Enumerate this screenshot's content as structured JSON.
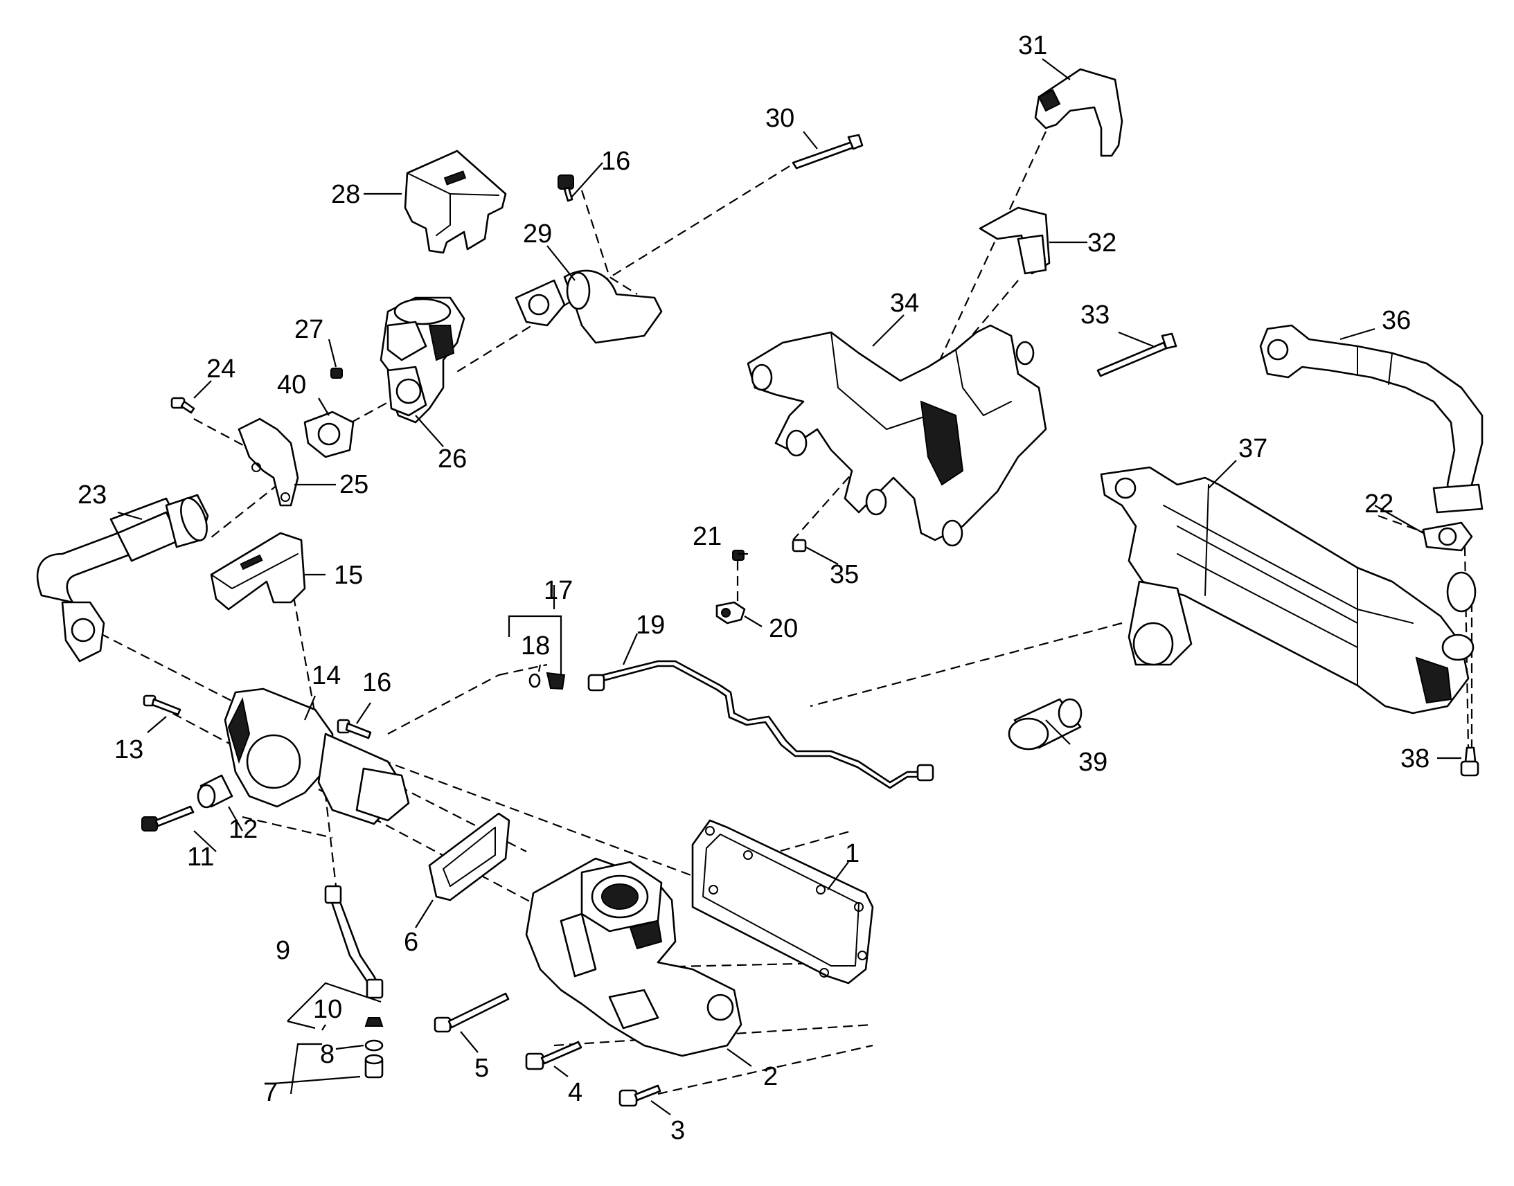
{
  "callouts": [
    {
      "id": "c1",
      "text": "1"
    },
    {
      "id": "c2",
      "text": "2"
    },
    {
      "id": "c3",
      "text": "3"
    },
    {
      "id": "c4",
      "text": "4"
    },
    {
      "id": "c5",
      "text": "5"
    },
    {
      "id": "c6",
      "text": "6"
    },
    {
      "id": "c7",
      "text": "7"
    },
    {
      "id": "c8",
      "text": "8"
    },
    {
      "id": "c9",
      "text": "9"
    },
    {
      "id": "c10",
      "text": "10"
    },
    {
      "id": "c11",
      "text": "11"
    },
    {
      "id": "c12",
      "text": "12"
    },
    {
      "id": "c13",
      "text": "13"
    },
    {
      "id": "c14",
      "text": "14"
    },
    {
      "id": "c15",
      "text": "15"
    },
    {
      "id": "c16a",
      "text": "16"
    },
    {
      "id": "c16b",
      "text": "16"
    },
    {
      "id": "c17",
      "text": "17"
    },
    {
      "id": "c18",
      "text": "18"
    },
    {
      "id": "c19",
      "text": "19"
    },
    {
      "id": "c20",
      "text": "20"
    },
    {
      "id": "c21",
      "text": "21"
    },
    {
      "id": "c22",
      "text": "22"
    },
    {
      "id": "c23",
      "text": "23"
    },
    {
      "id": "c24",
      "text": "24"
    },
    {
      "id": "c25",
      "text": "25"
    },
    {
      "id": "c26",
      "text": "26"
    },
    {
      "id": "c27",
      "text": "27"
    },
    {
      "id": "c28",
      "text": "28"
    },
    {
      "id": "c29",
      "text": "29"
    },
    {
      "id": "c30",
      "text": "30"
    },
    {
      "id": "c31",
      "text": "31"
    },
    {
      "id": "c32",
      "text": "32"
    },
    {
      "id": "c33",
      "text": "33"
    },
    {
      "id": "c34",
      "text": "34"
    },
    {
      "id": "c35",
      "text": "35"
    },
    {
      "id": "c36",
      "text": "36"
    },
    {
      "id": "c37",
      "text": "37"
    },
    {
      "id": "c38",
      "text": "38"
    },
    {
      "id": "c39",
      "text": "39"
    },
    {
      "id": "c40",
      "text": "40"
    }
  ]
}
